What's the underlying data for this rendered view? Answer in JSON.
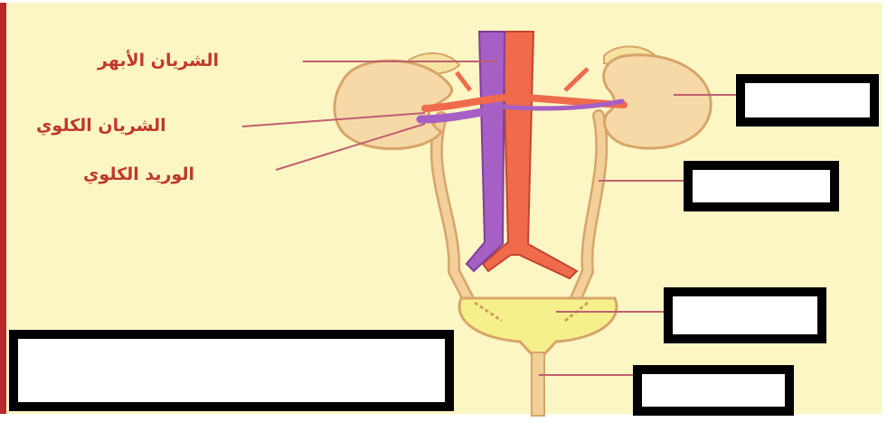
{
  "labels": {
    "aorta": "الشريان الأبهر",
    "renal_artery": "الشريان الكلوي",
    "renal_vein": "الوريد الكلوي"
  },
  "answer_boxes": [
    "",
    "",
    "",
    "",
    ""
  ],
  "colors": {
    "background": "#fbf6c4",
    "left_border": "#b52a2a",
    "kidney_fill": "#f7d9a8",
    "kidney_stroke": "#d7a56a",
    "artery": "#ef6b4c",
    "vein": "#a65fc4",
    "ureter": "#f3cf9a",
    "bladder": "#f6f08c",
    "label_text": "#c0392b",
    "pointer_line": "#c06070"
  }
}
